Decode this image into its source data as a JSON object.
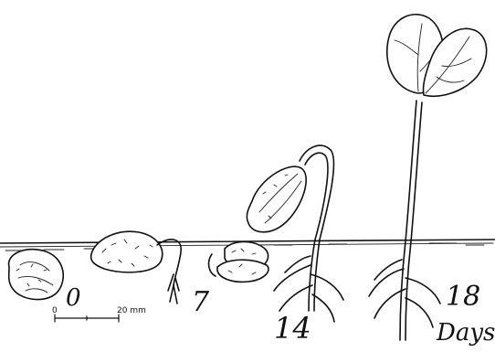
{
  "stages": [
    {
      "label": "0"
    },
    {
      "label": "7"
    },
    {
      "label": "14"
    },
    {
      "label": "18"
    }
  ],
  "unit_label": "Days",
  "scale_bar": {
    "start_label": "0",
    "end_label": "20 mm"
  }
}
